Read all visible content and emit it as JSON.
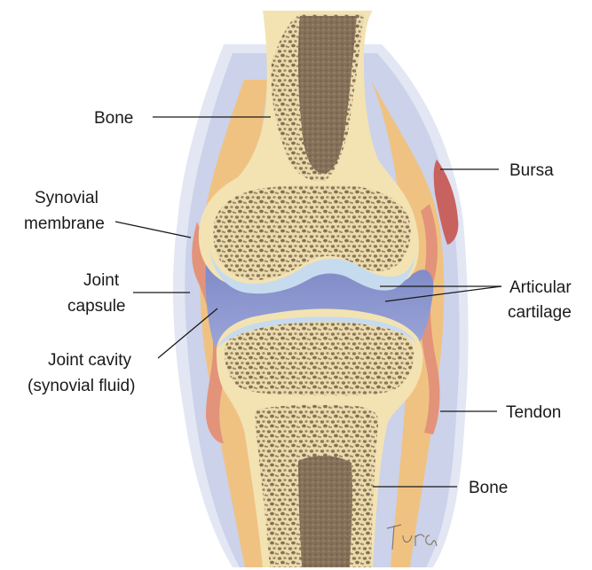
{
  "diagram": {
    "labels": {
      "bone_top": "Bone",
      "bursa": "Bursa",
      "synovial_membrane_line1": "Synovial",
      "synovial_membrane_line2": "membrane",
      "joint_capsule_line1": "Joint",
      "joint_capsule_line2": "capsule",
      "articular_cartilage_line1": "Articular",
      "articular_cartilage_line2": "cartilage",
      "joint_cavity_line1": "Joint cavity",
      "joint_cavity_line2": "(synovial fluid)",
      "tendon": "Tendon",
      "bone_bottom": "Bone"
    },
    "signature": "Tura",
    "colors": {
      "bone": "#f2e2b0",
      "bone_edge": "#e8cf8e",
      "marrow": "#8a7358",
      "spongy_bg": "#e6d6a6",
      "spongy_holes": "#8e7656",
      "capsule": "#c9cfe6",
      "capsule_outer": "#dfe3f2",
      "synovial_fluid": "#8c96cd",
      "membrane": "#e69a7a",
      "membrane_dark": "#c4605a",
      "orange_layer": "#f0c07a",
      "cartilage": "#bfd5ec"
    }
  }
}
